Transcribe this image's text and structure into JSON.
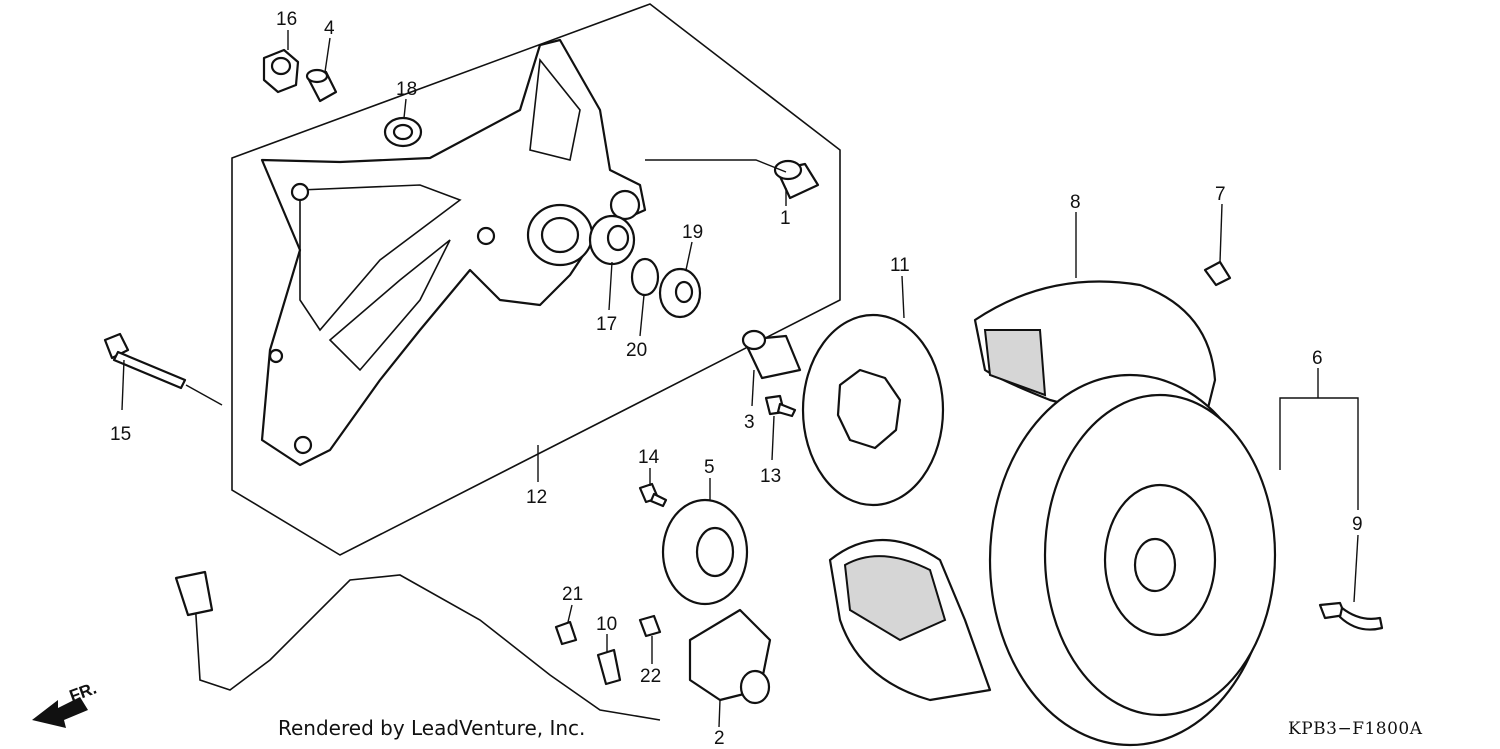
{
  "credit": "Rendered by LeadVenture, Inc.",
  "diagram_code": "KPB3−F1800A",
  "direction_label": "FR.",
  "callouts": {
    "c1": "1",
    "c2": "2",
    "c3": "3",
    "c4": "4",
    "c5": "5",
    "c6": "6",
    "c7": "7",
    "c8": "8",
    "c9": "9",
    "c10": "10",
    "c11": "11",
    "c12": "12",
    "c13": "13",
    "c14": "14",
    "c15": "15",
    "c16": "16",
    "c17": "17",
    "c18": "18",
    "c19": "19",
    "c20": "20",
    "c21": "21",
    "c22": "22"
  }
}
